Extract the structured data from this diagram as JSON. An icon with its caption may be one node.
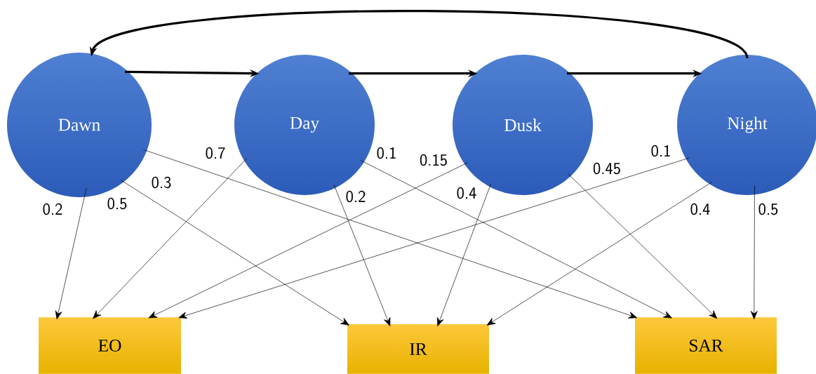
{
  "diagram": {
    "nodes": [
      {
        "text": [
          "Dawn"
        ]
      },
      {
        "text": [
          "Day"
        ]
      },
      {
        "text": [
          "Dusk"
        ]
      },
      {
        "text": [
          "Night"
        ]
      },
      {
        "text": [
          "EO"
        ]
      },
      {
        "text": [
          "IR"
        ]
      },
      {
        "text": [
          "SAR"
        ]
      }
    ],
    "edges": [
      {
        "from": 0,
        "to": 1,
        "arrow": "to",
        "style": "thick"
      },
      {
        "from": 1,
        "to": 2,
        "arrow": "to",
        "style": "thick"
      },
      {
        "from": 2,
        "to": 3,
        "arrow": "to",
        "style": "thick"
      },
      {
        "from": 3,
        "to": 0,
        "arrow": "to",
        "style": "thick"
      },
      {
        "from": 0,
        "to": 4,
        "arrow": "to",
        "label": "0.2"
      },
      {
        "from": 0,
        "to": 5,
        "arrow": "to",
        "label": "0.5"
      },
      {
        "from": 0,
        "to": 6,
        "arrow": "to",
        "label": "0.3"
      },
      {
        "from": 1,
        "to": 4,
        "arrow": "to",
        "label": "0.7"
      },
      {
        "from": 1,
        "to": 5,
        "arrow": "to",
        "label": "0.2"
      },
      {
        "from": 1,
        "to": 6,
        "arrow": "to",
        "label": "0.1"
      },
      {
        "from": 2,
        "to": 4,
        "arrow": "to",
        "label": "0.15"
      },
      {
        "from": 2,
        "to": 5,
        "arrow": "to",
        "label": "0.4"
      },
      {
        "from": 2,
        "to": 6,
        "arrow": "to",
        "label": "0.45"
      },
      {
        "from": 3,
        "to": 4,
        "arrow": "to",
        "label": "0.1"
      },
      {
        "from": 3,
        "to": 5,
        "arrow": "to",
        "label": "0.4"
      },
      {
        "from": 3,
        "to": 6,
        "arrow": "to",
        "label": "0.5"
      }
    ]
  }
}
